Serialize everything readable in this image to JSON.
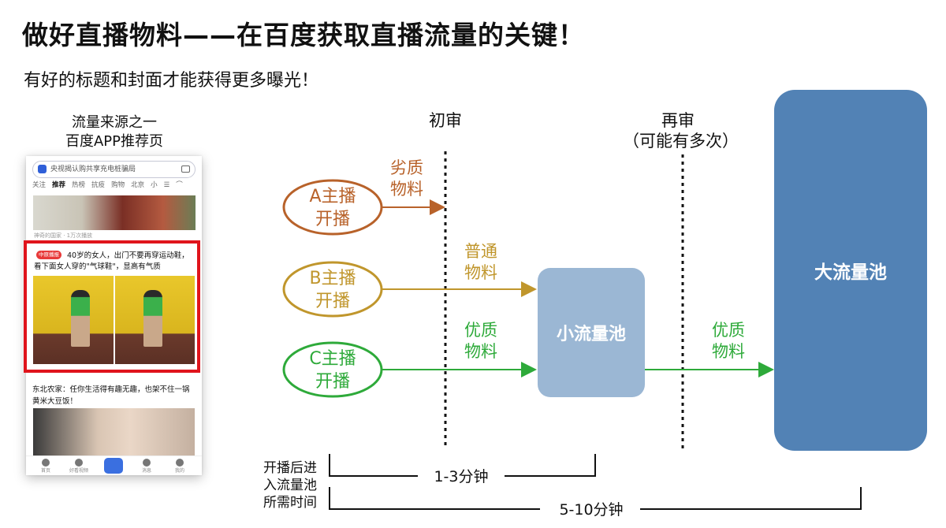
{
  "title": "做好直播物料——在百度获取直播流量的关键！",
  "subtitle": "有好的标题和封面才能获得更多曝光！",
  "source": {
    "line1": "流量来源之一",
    "line2": "百度APP推荐页"
  },
  "phone": {
    "search_text": "央视揭认购共享充电桩骗局",
    "tabs": [
      "关注",
      "推荐",
      "热榜",
      "抗疫",
      "购物",
      "北京",
      "小"
    ],
    "feed1_meta": "神奇的国家 · 1万次播放",
    "feed2_tag": "中原播报",
    "feed2_text": "40岁的女人，出门不要再穿运动鞋，看下面女人穿的\"气球鞋\"，显高有气质",
    "feed3_text": "东北农家：任你生活得有趣无趣，也架不住一锅黄米大豆饭！",
    "bottom_tabs": [
      "首页",
      "好看视频",
      "",
      "消息",
      "我的"
    ]
  },
  "diagram": {
    "checkpoint1": "初审",
    "checkpoint2": "再审",
    "checkpoint2_note": "（可能有多次）",
    "streamers": [
      {
        "line1": "A主播",
        "line2": "开播",
        "color": "#b8622a",
        "material_1": "劣质",
        "material_2": "物料"
      },
      {
        "line1": "B主播",
        "line2": "开播",
        "color": "#c0962c",
        "material_1": "普通",
        "material_2": "物料"
      },
      {
        "line1": "C主播",
        "line2": "开播",
        "color": "#2eaa3a",
        "material_1": "优质",
        "material_2": "物料"
      }
    ],
    "small_pool": "小流量池",
    "big_pool": "大流量池",
    "to_big_material_1": "优质",
    "to_big_material_2": "物料",
    "time_label_1": "开播后进",
    "time_label_2": "入流量池",
    "time_label_3": "所需时间",
    "short_time": "1-3分钟",
    "long_time": "5-10分钟",
    "colors": {
      "small_pool": "#9bb7d4",
      "big_pool": "#5282b5",
      "highlight": "#e0141c"
    }
  }
}
